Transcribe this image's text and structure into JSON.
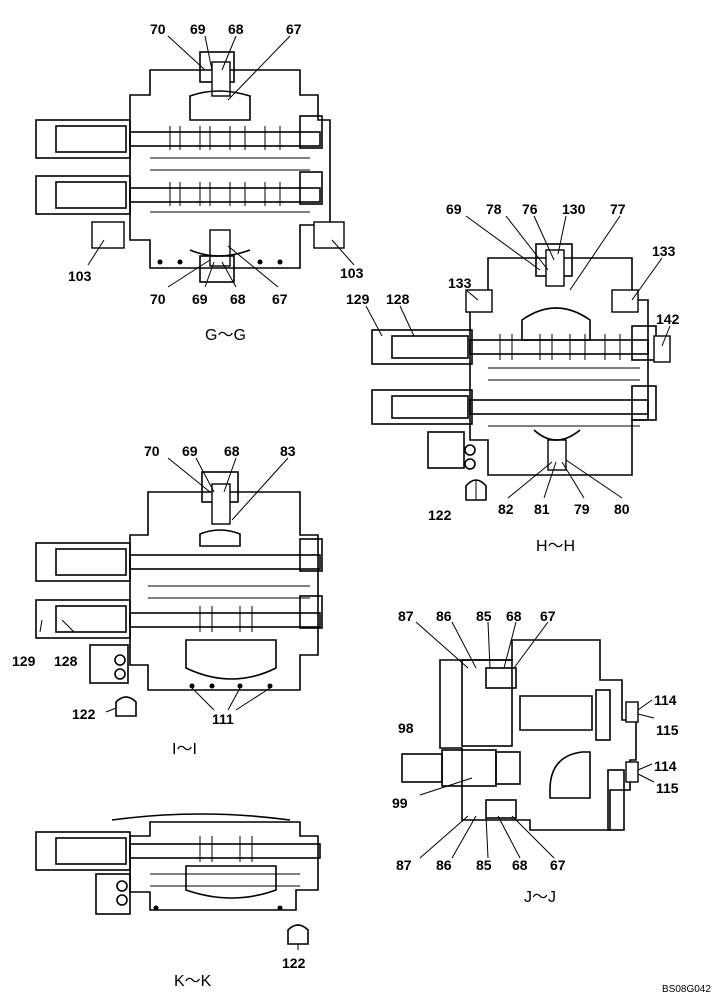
{
  "views": [
    {
      "id": "gg",
      "caption": "G〜G",
      "labels": [
        {
          "text": "70",
          "leader": true
        },
        {
          "text": "69",
          "leader": true
        },
        {
          "text": "68",
          "leader": true
        },
        {
          "text": "67",
          "leader": true
        },
        {
          "text": "103",
          "leader": true
        },
        {
          "text": "103",
          "leader": true
        },
        {
          "text": "70",
          "leader": true
        },
        {
          "text": "69",
          "leader": true
        },
        {
          "text": "68",
          "leader": true
        },
        {
          "text": "67",
          "leader": true
        }
      ]
    },
    {
      "id": "hh",
      "caption": "H〜H",
      "labels": [
        {
          "text": "69"
        },
        {
          "text": "78"
        },
        {
          "text": "76"
        },
        {
          "text": "130"
        },
        {
          "text": "77"
        },
        {
          "text": "133"
        },
        {
          "text": "133"
        },
        {
          "text": "129"
        },
        {
          "text": "128"
        },
        {
          "text": "142"
        },
        {
          "text": "122"
        },
        {
          "text": "82"
        },
        {
          "text": "81"
        },
        {
          "text": "79"
        },
        {
          "text": "80"
        }
      ]
    },
    {
      "id": "ii",
      "caption": "I〜I",
      "labels": [
        {
          "text": "70"
        },
        {
          "text": "69"
        },
        {
          "text": "68"
        },
        {
          "text": "83"
        },
        {
          "text": "129"
        },
        {
          "text": "128"
        },
        {
          "text": "122"
        },
        {
          "text": "111"
        }
      ]
    },
    {
      "id": "jj",
      "caption": "J〜J",
      "labels": [
        {
          "text": "87"
        },
        {
          "text": "86"
        },
        {
          "text": "85"
        },
        {
          "text": "68"
        },
        {
          "text": "67"
        },
        {
          "text": "114"
        },
        {
          "text": "115"
        },
        {
          "text": "98"
        },
        {
          "text": "114"
        },
        {
          "text": "115"
        },
        {
          "text": "99"
        },
        {
          "text": "87"
        },
        {
          "text": "86"
        },
        {
          "text": "85"
        },
        {
          "text": "68"
        },
        {
          "text": "67"
        }
      ]
    },
    {
      "id": "kk",
      "caption": "K〜K",
      "labels": [
        {
          "text": "122"
        }
      ]
    }
  ],
  "drawing_code": "BS08G042"
}
